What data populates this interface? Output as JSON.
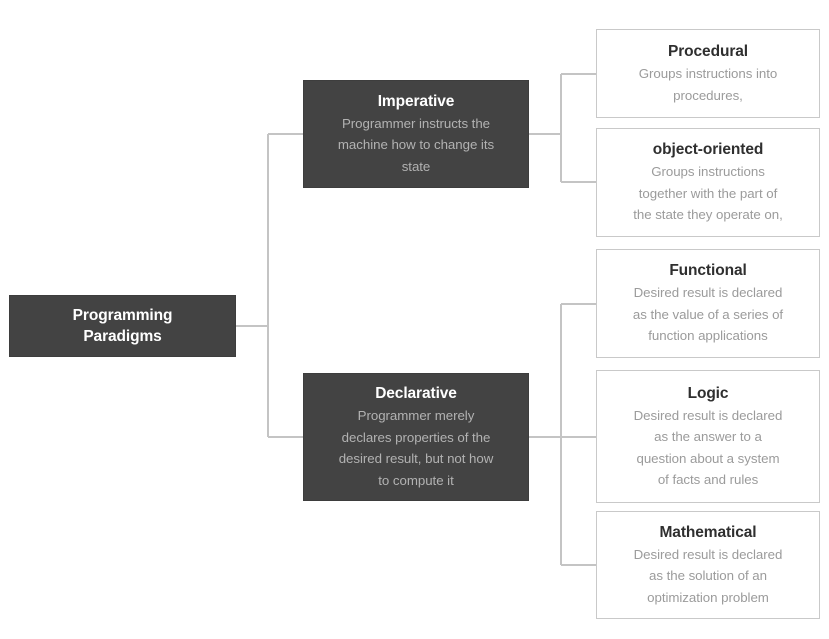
{
  "diagram": {
    "title": "Programming Paradigms",
    "colors": {
      "dark_node_fill": "#434343",
      "dark_node_title": "#ffffff",
      "dark_node_desc": "#b2b2b2",
      "light_node_fill": "#ffffff",
      "light_node_border": "#c9c9c9",
      "light_node_title": "#2f2f2f",
      "light_node_desc": "#9b9b9b",
      "connector": "#c4c4c4",
      "background": "#ffffff"
    },
    "root": {
      "title": "Programming\nParadigms"
    },
    "branches": [
      {
        "id": "imperative",
        "title": "Imperative",
        "desc": "Programmer instructs the\nmachine how to change its\nstate",
        "children": [
          {
            "id": "procedural",
            "title": "Procedural",
            "desc": "Groups instructions into\nprocedures,"
          },
          {
            "id": "object-oriented",
            "title": "object-oriented",
            "desc": "Groups instructions\ntogether with the part of\nthe state they operate on,"
          }
        ]
      },
      {
        "id": "declarative",
        "title": "Declarative",
        "desc": "Programmer merely\ndeclares properties of the\ndesired result, but not how\nto compute it",
        "children": [
          {
            "id": "functional",
            "title": "Functional",
            "desc": "Desired result is declared\nas the value of a series of\nfunction applications"
          },
          {
            "id": "logic",
            "title": "Logic",
            "desc": "Desired result is declared\nas the answer to a\nquestion about a system\nof facts and rules"
          },
          {
            "id": "mathematical",
            "title": "Mathematical",
            "desc": "Desired result is declared\nas the solution of an\noptimization problem"
          }
        ]
      }
    ]
  }
}
